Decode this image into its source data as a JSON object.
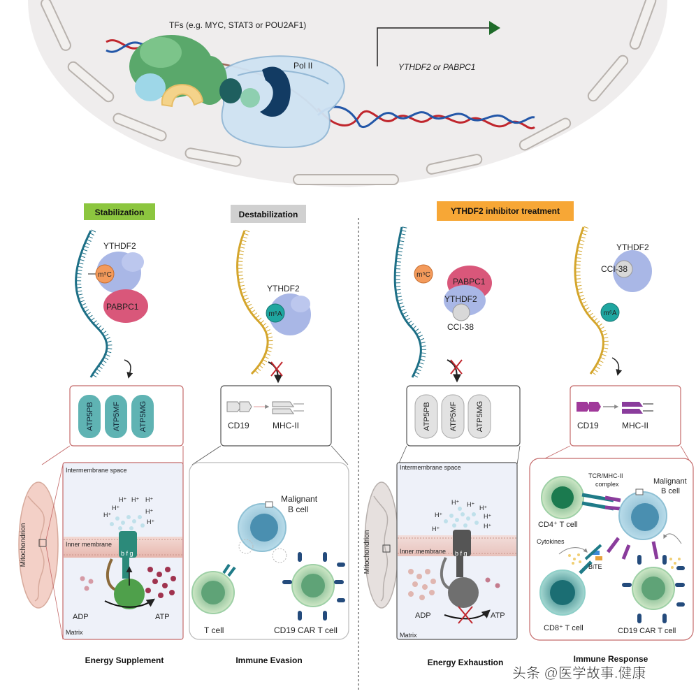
{
  "nucleus": {
    "tf_label": "TFs (e.g. MYC, STAT3 or POU2AF1)",
    "pol_label": "Pol II",
    "gene_label": "YTHDF2 or PABPC1"
  },
  "headers": {
    "stabilization": "Stabilization",
    "destabilization": "Destabilization",
    "inhibitor": "YTHDF2 inhibitor treatment"
  },
  "panel_stab": {
    "ythdf2": "YTHDF2",
    "m5c": "m⁵C",
    "pabpc1": "PABPC1",
    "atp_genes": [
      "ATP5PB",
      "ATP5MF",
      "ATP5MG"
    ]
  },
  "panel_destab": {
    "ythdf2": "YTHDF2",
    "m6a": "m⁶A",
    "cd19": "CD19",
    "mhc": "MHC-II"
  },
  "panel_inh1": {
    "m5c": "m⁵C",
    "pabpc1": "PABPC1",
    "ythdf2": "YTHDF2",
    "cci": "CCI-38",
    "atp_genes": [
      "ATP5PB",
      "ATP5MF",
      "ATP5MG"
    ]
  },
  "panel_inh2": {
    "ythdf2": "YTHDF2",
    "cci": "CCI-38",
    "m6a": "m⁶A",
    "cd19": "CD19",
    "mhc": "MHC-II"
  },
  "mito_left": {
    "mito": "Mitochondrion",
    "intermembrane": "Intermembrane space",
    "inner": "Inner membrane",
    "matrix": "Matrix",
    "adp": "ADP",
    "atp": "ATP",
    "proton": "H⁺",
    "bfg": "b f g"
  },
  "mito_right": {
    "mito": "Mitochondrion",
    "intermembrane": "Intermembrane space",
    "inner": "Inner membrane",
    "matrix": "Matrix",
    "adp": "ADP",
    "atp": "ATP",
    "proton": "H⁺",
    "bfg": "b f g"
  },
  "evasion": {
    "malignant": "Malignant\nB cell",
    "tcell": "T cell",
    "car": "CD19 CAR T cell"
  },
  "response": {
    "tcr": "TCR/MHC-II\ncomplex",
    "malignant": "Malignant\nB cell",
    "cd4": "CD4⁺ T cell",
    "cytokines": "Cytokines",
    "bite": "BiTE",
    "cd8": "CD8⁺ T cell",
    "car": "CD19 CAR T cell"
  },
  "footers": {
    "f1": "Energy Supplement",
    "f2": "Immune Evasion",
    "f3": "Energy Exhaustion",
    "f4": "Immune Response"
  },
  "watermark": "头条 @医学故事.健康",
  "colors": {
    "stab_bg": "#8cc63f",
    "destab_bg": "#d0d0d0",
    "inhib_bg": "#f7a736",
    "ythdf2": "#a9b7e6",
    "pabpc1": "#d9577a",
    "m5c": "#f39a5b",
    "m6a": "#1fa6a0",
    "teal_rna": "#1d6f86",
    "gold_rna": "#d4a52b",
    "purple": "#a0399a"
  }
}
